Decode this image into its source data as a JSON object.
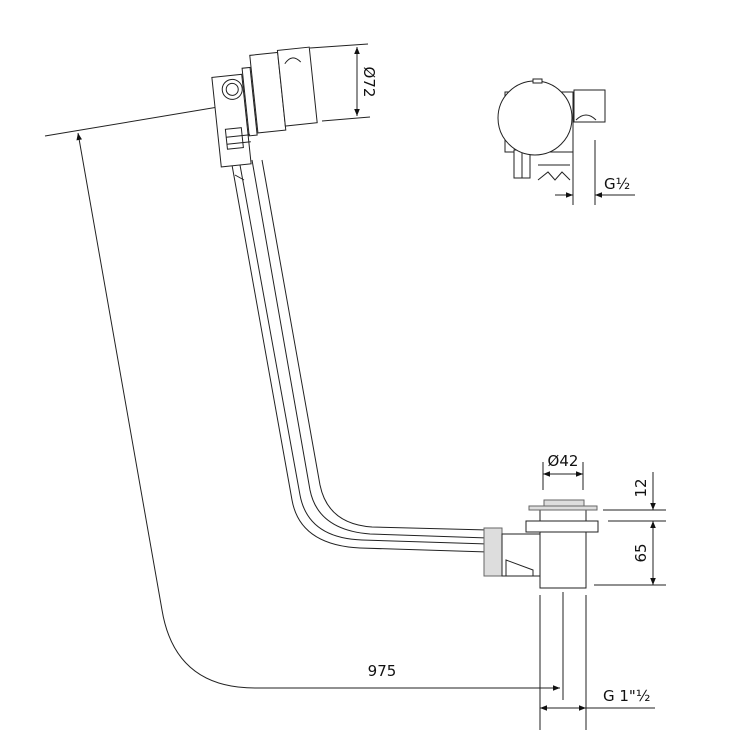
{
  "drawing": {
    "title_hidden": false,
    "dimensions": {
      "overflow_diameter": "Ø72",
      "overflow_thread": "G½",
      "waste_diameter": "Ø42",
      "cap_height": "12",
      "waste_height": "65",
      "total_length": "975",
      "waste_thread": "G 1\"½"
    }
  }
}
